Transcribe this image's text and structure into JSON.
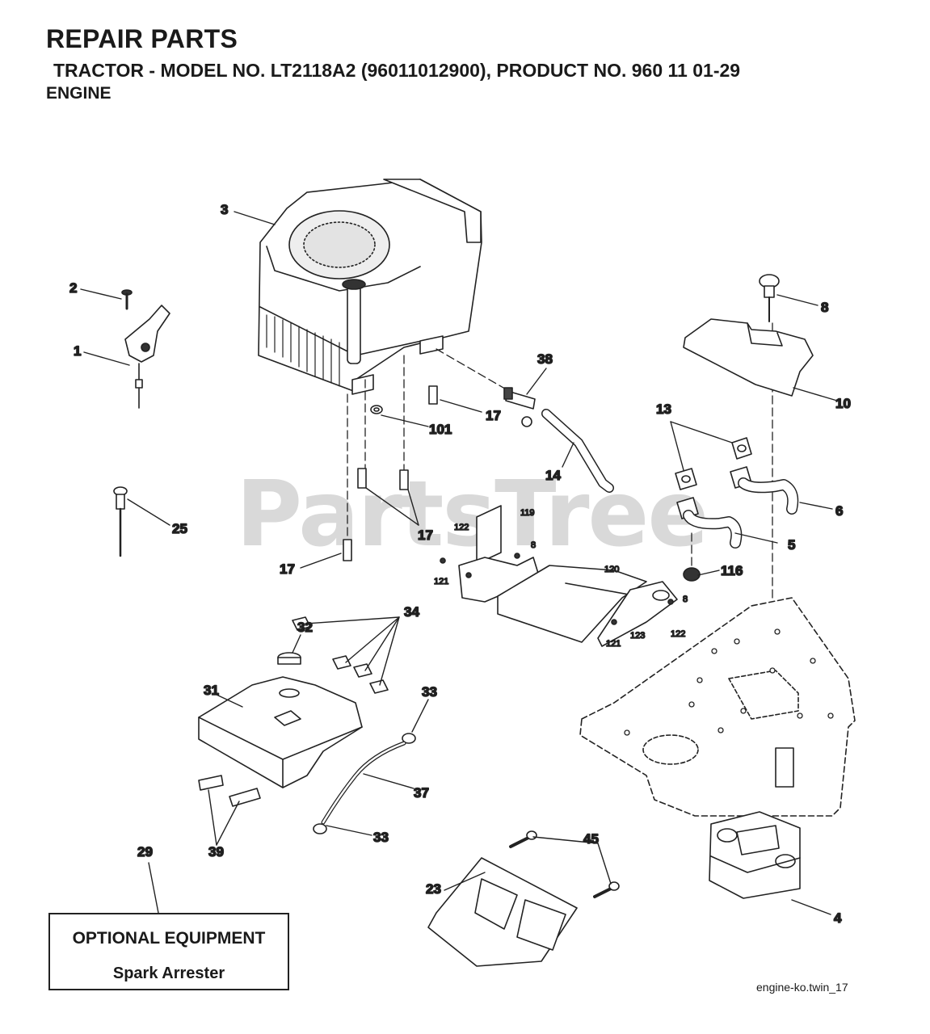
{
  "header": {
    "title": "REPAIR PARTS",
    "subtitle": "TRACTOR - MODEL NO. LT2118A2 (96011012900),  PRODUCT NO. 960 11 01-29",
    "section": "ENGINE"
  },
  "watermark": "PartsTree",
  "callouts": {
    "c1": "1",
    "c2": "2",
    "c3": "3",
    "c4": "4",
    "c5": "5",
    "c6": "6",
    "c8": "8",
    "c8a": "8",
    "c8b": "8",
    "c10": "10",
    "c13": "13",
    "c14": "14",
    "c17a": "17",
    "c17b": "17",
    "c17c": "17",
    "c23": "23",
    "c25": "25",
    "c29": "29",
    "c31": "31",
    "c32": "32",
    "c33a": "33",
    "c33b": "33",
    "c34": "34",
    "c37": "37",
    "c38": "38",
    "c39": "39",
    "c45": "45",
    "c101": "101",
    "c116": "116",
    "c119": "119",
    "c120": "120",
    "c121a": "121",
    "c121b": "121",
    "c122a": "122",
    "c122b": "122",
    "c123": "123"
  },
  "optional_box": {
    "line1": "OPTIONAL EQUIPMENT",
    "line2": "Spark Arrester"
  },
  "figure_ref": "engine-ko.twin_17"
}
